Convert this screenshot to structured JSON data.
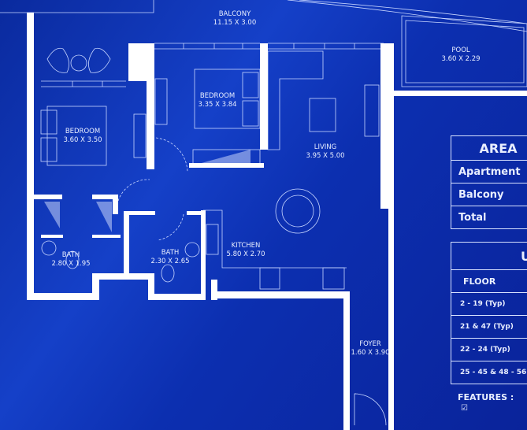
{
  "rooms": {
    "balcony": {
      "name": "BALCONY",
      "size": "11.15 X 3.00"
    },
    "pool": {
      "name": "POOL",
      "size": "3.60 X 2.29"
    },
    "bedroom1": {
      "name": "BEDROOM",
      "size": "3.60 X 3.50"
    },
    "bedroom2": {
      "name": "BEDROOM",
      "size": "3.35 X 3.84"
    },
    "living": {
      "name": "LIVING",
      "size": "3.95 X 5.00"
    },
    "bath1": {
      "name": "BATH",
      "size": "2.80 X 1.95"
    },
    "bath2": {
      "name": "BATH",
      "size": "2.30 X 2.65"
    },
    "kitchen": {
      "name": "KITCHEN",
      "size": "5.80 X 2.70"
    },
    "foyer": {
      "name": "FOYER",
      "size": "1.60 X 3.90"
    }
  },
  "area_table": {
    "title": "AREA",
    "rows": [
      "Apartment",
      "Balcony",
      "Total"
    ]
  },
  "units_table": {
    "title": "U",
    "header": "FLOOR",
    "rows": [
      "2 - 19 (Typ)",
      "21 & 47 (Typ)",
      "22 - 24 (Typ)",
      "25 - 45 & 48 - 56 ("
    ]
  },
  "features": {
    "label": "FEATURES :",
    "icon": "checkbox-icon"
  },
  "colors": {
    "background": "#0d30b0",
    "walls": "#ffffff",
    "lines": "#c8d6ff"
  }
}
